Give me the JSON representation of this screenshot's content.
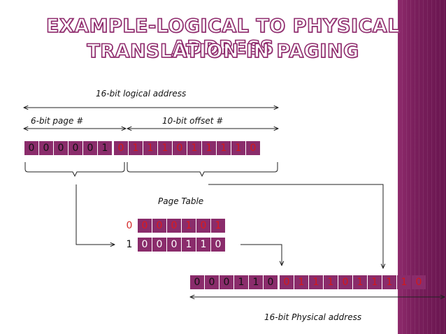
{
  "title_line1": "EXAMPLE-LOGICAL TO PHYSICAL ADDRESS",
  "title_line2": "TRANSLATION IN PAGING",
  "labels": {
    "logical": "16-bit logical address",
    "page_num": "6-bit page #",
    "offset": "10-bit offset #",
    "page_table": "Page Table",
    "physical": "16-bit Physical address"
  },
  "logical_page_bits": [
    "0",
    "0",
    "0",
    "0",
    "0",
    "1"
  ],
  "logical_offset_bits": [
    "0",
    "1",
    "1",
    "1",
    "0",
    "1",
    "1",
    "1",
    "1",
    "0"
  ],
  "page_table": {
    "index0": "0",
    "index1": "1",
    "row0": [
      "0",
      "0",
      "0",
      "1",
      "0",
      "1"
    ],
    "row1": [
      "0",
      "0",
      "0",
      "1",
      "1",
      "0"
    ]
  },
  "physical_frame_bits": [
    "0",
    "0",
    "0",
    "1",
    "1",
    "0"
  ],
  "physical_offset_bits": [
    "0",
    "1",
    "1",
    "1",
    "0",
    "1",
    "1",
    "1",
    "1",
    "0"
  ],
  "colors": {
    "accent": "#8a2c6b",
    "bit_red": "#d41818",
    "sidebar": "#7a1f5c"
  }
}
